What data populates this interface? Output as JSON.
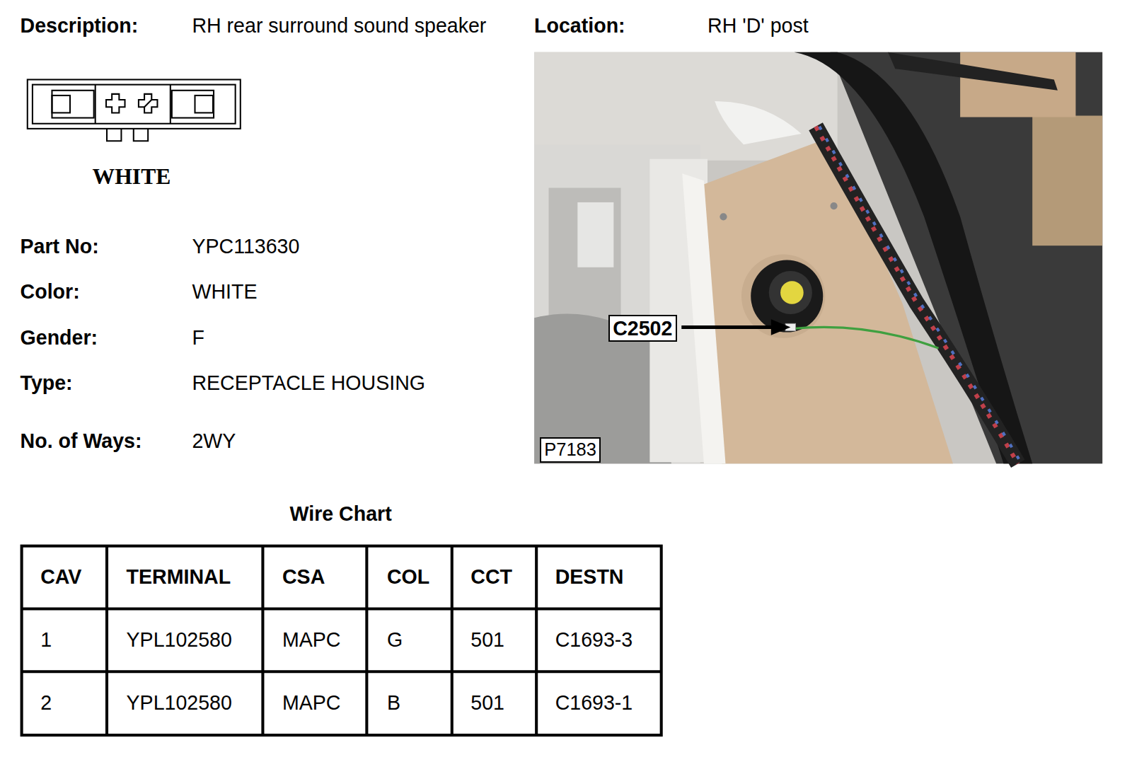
{
  "diagram": {
    "nodes": [
      {
        "text": [
          "C2502"
        ]
      },
      {
        "text": [
          "P7183"
        ]
      }
    ],
    "labels": [
      "Description:",
      "RH rear surround sound speaker",
      "Location:",
      "RH 'D' post",
      "WHITE",
      "Part No:",
      "YPC113630",
      "Color:",
      "WHITE",
      "Gender:",
      "F",
      "Type:",
      "RECEPTACLE HOUSING",
      "No. of Ways:",
      "2WY",
      "Wire Chart",
      "CAV",
      "TERMINAL",
      "CSA",
      "COL",
      "CCT",
      "DESTN",
      "1",
      "YPL102580",
      "MAPC",
      "G",
      "501",
      "C1693-3",
      "2",
      "YPL102580",
      "MAPC",
      "B",
      "501",
      "C1693-1"
    ]
  }
}
